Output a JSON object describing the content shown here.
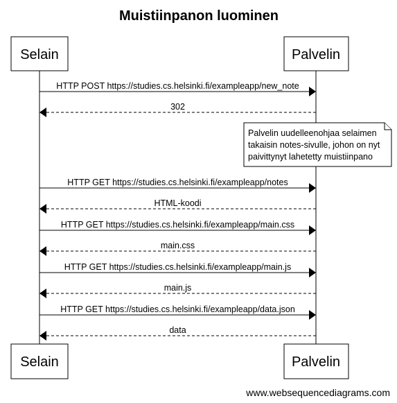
{
  "diagram": {
    "title": "Muistiinpanon luominen",
    "participants": [
      {
        "id": "browser",
        "label": "Selain"
      },
      {
        "id": "server",
        "label": "Palvelin"
      }
    ],
    "messages": [
      {
        "from": "browser",
        "to": "server",
        "text": "HTTP POST https://studies.cs.helsinki.fi/exampleapp/new_note",
        "style": "solid"
      },
      {
        "from": "server",
        "to": "browser",
        "text": "302",
        "style": "dashed"
      },
      {
        "from": "browser",
        "to": "server",
        "text": "HTTP GET https://studies.cs.helsinki.fi/exampleapp/notes",
        "style": "solid"
      },
      {
        "from": "server",
        "to": "browser",
        "text": "HTML-koodi",
        "style": "dashed"
      },
      {
        "from": "browser",
        "to": "server",
        "text": "HTTP GET https://studies.cs.helsinki.fi/exampleapp/main.css",
        "style": "solid"
      },
      {
        "from": "server",
        "to": "browser",
        "text": "main.css",
        "style": "dashed"
      },
      {
        "from": "browser",
        "to": "server",
        "text": "HTTP GET https://studies.cs.helsinki.fi/exampleapp/main.js",
        "style": "solid"
      },
      {
        "from": "server",
        "to": "browser",
        "text": "main.js",
        "style": "dashed"
      },
      {
        "from": "browser",
        "to": "server",
        "text": "HTTP GET https://studies.cs.helsinki.fi/exampleapp/data.json",
        "style": "solid"
      },
      {
        "from": "server",
        "to": "browser",
        "text": "data",
        "style": "dashed"
      }
    ],
    "note": {
      "participant": "server",
      "lines": [
        "Palvelin uudelleenohjaa selaimen",
        "takaisin notes-sivulle, johon on nyt",
        "paivittynyt lahetetty muistiinpano"
      ]
    },
    "credit": "www.websequencediagrams.com"
  }
}
